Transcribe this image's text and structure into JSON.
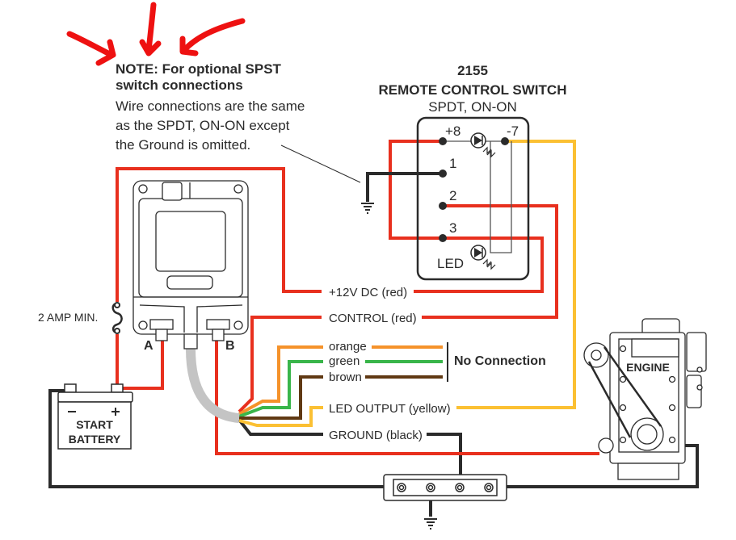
{
  "note": {
    "heading_line1": "NOTE: For optional SPST",
    "heading_line2": "switch connections",
    "body_line1": "Wire connections are the same",
    "body_line2": "as the SPDT, ON-ON  except",
    "body_line3": "the Ground is omitted."
  },
  "switch": {
    "model": "2155",
    "title": "REMOTE CONTROL SWITCH",
    "subtitle": "SPDT, ON-ON",
    "terminals": {
      "plus8": "+8",
      "minus7": "-7",
      "t1": "1",
      "t2": "2",
      "t3": "3",
      "led": "LED"
    }
  },
  "fuse": {
    "label": "2 AMP MIN."
  },
  "relay": {
    "terminal_a": "A",
    "terminal_b": "B"
  },
  "battery": {
    "line1": "START",
    "line2": "BATTERY",
    "minus": "−",
    "plus": "+"
  },
  "engine": {
    "label": "ENGINE"
  },
  "wires": {
    "v12": "+12V DC (red)",
    "control": "CONTROL (red)",
    "orange": "orange",
    "green": "green",
    "brown": "brown",
    "led_output": "LED OUTPUT (yellow)",
    "ground": "GROUND (black)",
    "no_connection": "No Connection"
  },
  "colors": {
    "red": "#e8301e",
    "orange": "#f5922a",
    "green": "#39b54a",
    "brown": "#603913",
    "yellow": "#fbc033",
    "black": "#2b2b2b",
    "gray_cable": "#c4c4c4",
    "annotation_red": "#ee1111"
  }
}
